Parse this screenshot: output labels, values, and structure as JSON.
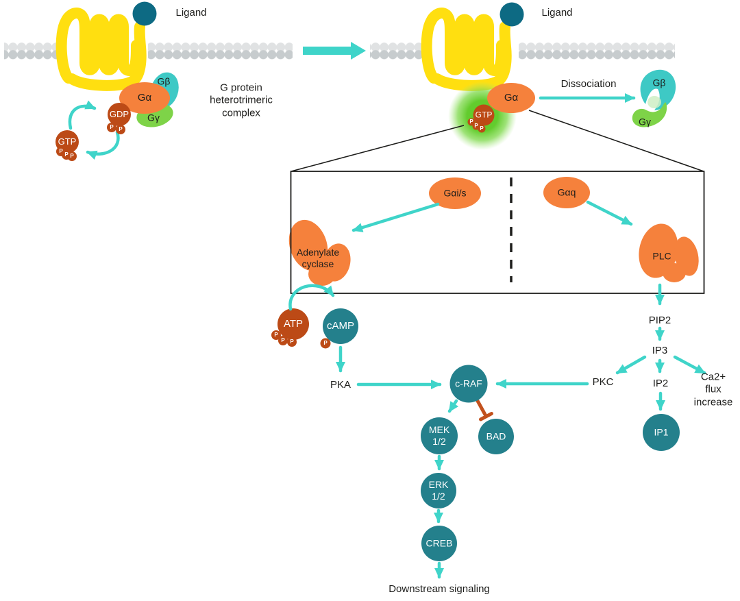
{
  "diagram": {
    "inactive_state": {
      "ligand_label": "Ligand",
      "complex_caption": "G protein\nheterotrimeric\ncomplex",
      "g_alpha": "Gα",
      "g_beta": "Gβ",
      "g_gamma": "Gγ",
      "gdp": "GDP",
      "gtp": "GTP"
    },
    "active_state": {
      "ligand_label": "Ligand",
      "dissociation_label": "Dissociation",
      "g_alpha": "Gα",
      "gtp": "GTP",
      "g_beta": "Gβ",
      "g_gamma": "Gγ"
    },
    "phosphate": "P",
    "effector_box": {
      "gai_s": "Gαi/s",
      "gaq": "Gαq",
      "adenylate_cyclase": "Adenylate\ncyclase",
      "plc": "PLC"
    },
    "camp_branch": {
      "atp": "ATP",
      "camp": "cAMP",
      "pka": "PKA"
    },
    "mapk_cascade": {
      "craf": "c-RAF",
      "mek": "MEK\n1/2",
      "bad": "BAD",
      "erk": "ERK\n1/2",
      "creb": "CREB",
      "downstream": "Downstream signaling"
    },
    "plc_branch": {
      "pip2": "PIP2",
      "ip3": "IP3",
      "pkc": "PKC",
      "ip2": "IP2",
      "ip1": "IP1",
      "ca_flux": "Ca2+ flux\nincrease"
    },
    "colors": {
      "orange_protein": "#f5813c",
      "rust_nucleotide": "#bc4a16",
      "teal_node": "#24808c",
      "ligand_teal": "#0d6a83",
      "arrow_cyan": "#3fd4c9",
      "receptor_yellow": "#ffdf10",
      "g_beta_teal": "#3ec9c5",
      "g_gamma_green": "#7ed348",
      "glow_green": "#63cc2e",
      "inhibition_rust": "#c2511d",
      "membrane_gray_top": "#e0e2e3",
      "membrane_gray_bottom": "#c7ccce"
    }
  }
}
